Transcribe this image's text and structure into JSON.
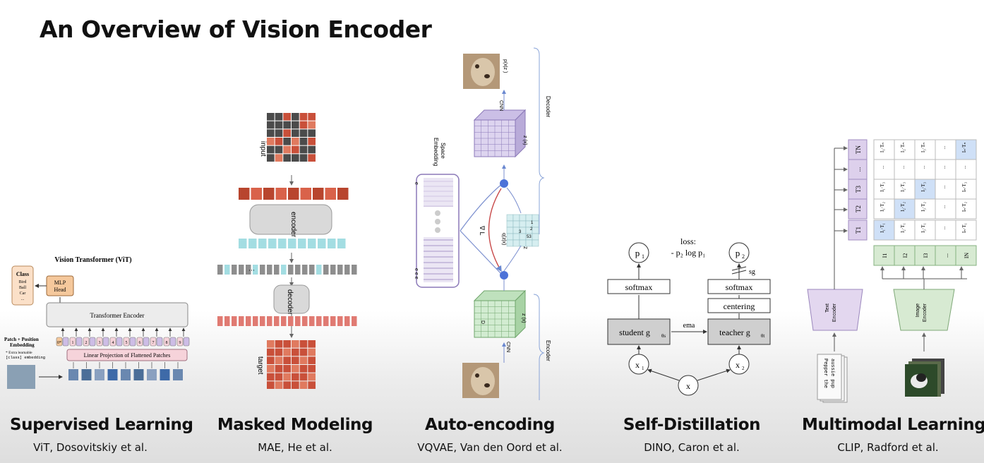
{
  "title": "An Overview of Vision Encoder",
  "panels": [
    {
      "title": "Supervised Learning",
      "subtitle": "ViT, Dosovitskiy et al."
    },
    {
      "title": "Masked Modeling",
      "subtitle": "MAE, He et al."
    },
    {
      "title": "Auto-encoding",
      "subtitle": "VQVAE, Van den Oord et al."
    },
    {
      "title": "Self-Distillation",
      "subtitle": "DINO, Caron et al."
    },
    {
      "title": "Multimodal Learning",
      "subtitle": "CLIP, Radford et al."
    }
  ],
  "vit": {
    "header": "Vision Transformer (ViT)",
    "class_label": "Class",
    "class_items": [
      "Bird",
      "Ball",
      "Car",
      "..."
    ],
    "mlp_head": [
      "MLP",
      "Head"
    ],
    "encoder": "Transformer Encoder",
    "embed_label": [
      "Patch + Position",
      "Embedding"
    ],
    "extra_note": [
      "* Extra learnable",
      "[class] embedding"
    ],
    "projection": "Linear Projection of Flattened Patches",
    "tokens": [
      "0*",
      "1",
      "2",
      "3",
      "4",
      "5",
      "6",
      "7",
      "8",
      "9"
    ]
  },
  "mae": {
    "input": "input",
    "encoder": "encoder",
    "decoder": "decoder",
    "target": "target",
    "ellipsis": "···"
  },
  "vqvae": {
    "embedding_space": [
      "Embedding",
      "Space"
    ],
    "codebook_top": "e",
    "codebook_bottom": "e  e  e",
    "grad": "∇ L",
    "qzx": "q(z|x)",
    "z": "z",
    "grid_vals": [
      "1",
      "3",
      "2",
      "53"
    ],
    "zq": "z (x)",
    "ze": "z (x)",
    "cnn_top": "CNN",
    "cnn_bottom": "CNN",
    "pxz": "p(x|z )",
    "decoder": "Decoder",
    "encoder": "Encoder",
    "d": "D"
  },
  "dino": {
    "loss_line1": "loss:",
    "loss_line2": "- p₂ log p₁",
    "p1": "p",
    "p2": "p",
    "sg": "sg",
    "softmax_left": "softmax",
    "softmax_right": "softmax",
    "centering": "centering",
    "ema": "ema",
    "student": "student g",
    "teacher": "teacher g",
    "x1": "x",
    "x2": "x",
    "x": "x"
  },
  "clip": {
    "text_tokens": [
      "T",
      "T",
      "T",
      "...",
      "T"
    ],
    "text_subs": [
      "1",
      "2",
      "3",
      "",
      "N"
    ],
    "image_tokens": [
      "I",
      "I",
      "I",
      "...",
      "I"
    ],
    "image_subs": [
      "1",
      "2",
      "3",
      "",
      "N"
    ],
    "matrix": [
      [
        "I₁·T₁",
        "I₂·T₁",
        "I₃·T₁",
        "...",
        "Iₙ·T₁"
      ],
      [
        "I₁·T₂",
        "I₂·T₂",
        "I₃·T₂",
        "...",
        "Iₙ·T₂"
      ],
      [
        "I₁·T₃",
        "I₂·T₃",
        "I₃·T₃",
        "...",
        "Iₙ·T₃"
      ],
      [
        "...",
        "...",
        "...",
        "...",
        "..."
      ],
      [
        "I₁·Tₙ",
        "I₂·Tₙ",
        "I₃·Tₙ",
        "...",
        "Iₙ·Tₙ"
      ]
    ],
    "text_encoder": [
      "Text",
      "Encoder"
    ],
    "image_encoder": [
      "Image",
      "Encoder"
    ],
    "caption": [
      "Pepper the",
      "aussie pup"
    ]
  }
}
